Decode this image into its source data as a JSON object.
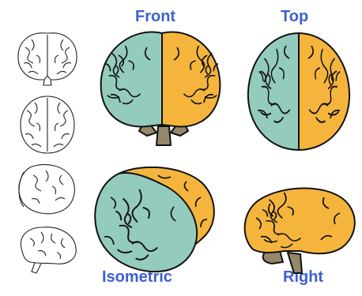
{
  "labels": {
    "front": "Front",
    "top": "Top",
    "isometric": "Isometric",
    "right": "Right"
  },
  "colors": {
    "teal": "#93cbbd",
    "orange": "#f5b53d",
    "stem": "#94876a",
    "outline": "#111111",
    "label": "#3f5fd0"
  }
}
